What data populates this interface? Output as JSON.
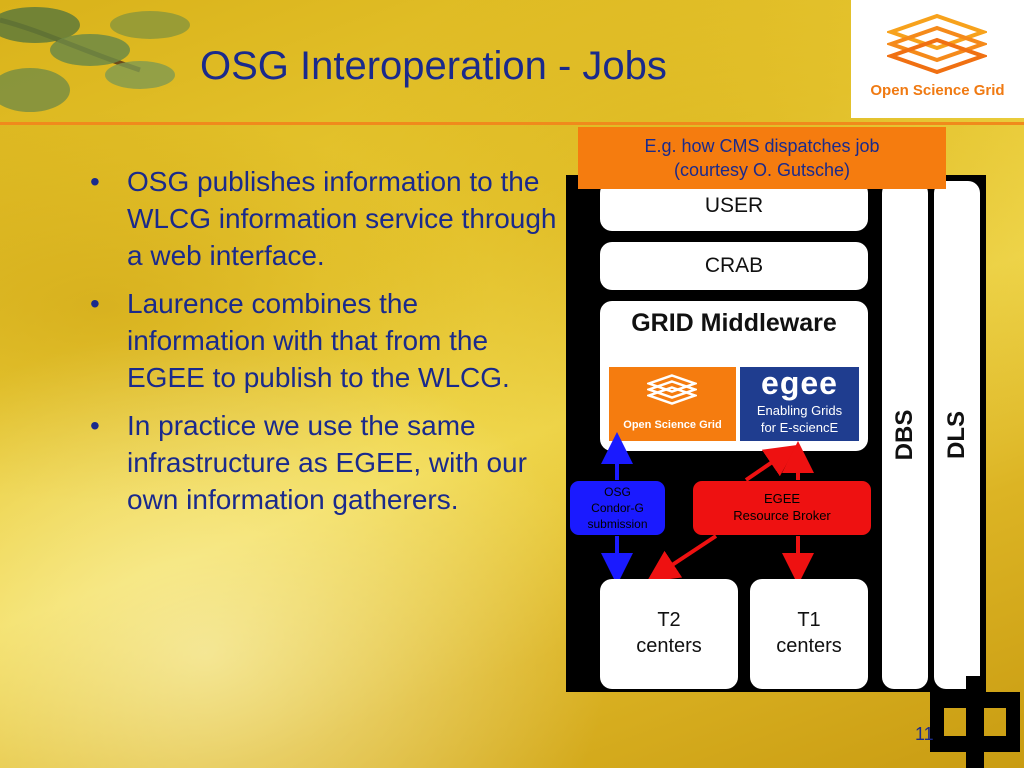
{
  "slide": {
    "title": "OSG Interoperation - Jobs",
    "page_number": "11",
    "bullets": [
      "OSG publishes information to the WLCG information service through a web interface.",
      "Laurence combines the information with that from the EGEE to publish to the WLCG.",
      "In practice we use the same infrastructure as EGEE, with our own information gatherers."
    ],
    "bullet_symbol": "•"
  },
  "logo": {
    "text": "Open Science Grid"
  },
  "diagram": {
    "caption_line1": "E.g. how CMS dispatches job",
    "caption_line2": "(courtesy O. Gutsche)",
    "user": "USER",
    "crab": "CRAB",
    "middleware": "GRID Middleware",
    "osg_logo_text": "Open Science Grid",
    "egee_logo": {
      "brand": "egee",
      "line1": "Enabling Grids",
      "line2": "for E-sciencE"
    },
    "osg_submission": {
      "line1": "OSG",
      "line2": "Condor-G",
      "line3": "submission"
    },
    "egee_broker": {
      "line1": "EGEE",
      "line2": "Resource Broker"
    },
    "t2": {
      "line1": "T2",
      "line2": "centers"
    },
    "t1": {
      "line1": "T1",
      "line2": "centers"
    },
    "dbs": "DBS",
    "dls": "DLS"
  },
  "colors": {
    "title": "#1a2a8c",
    "accent_orange": "#f57c0f",
    "osg_box": "#1a1aff",
    "egee_box": "#ee1111",
    "egee_logo_bg": "#1f3d8f"
  }
}
